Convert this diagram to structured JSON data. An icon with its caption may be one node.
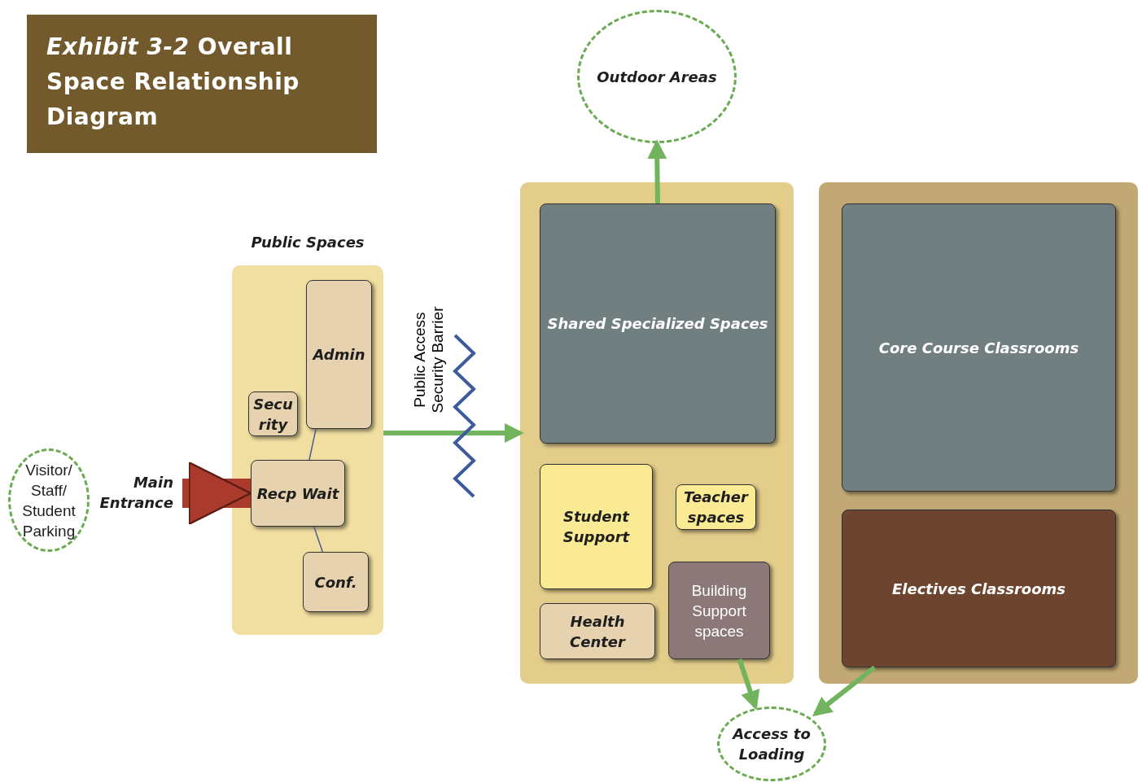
{
  "diagram": {
    "title": "*Exhibit 3-2* Overall Space Relationship Diagram",
    "nodes": [
      {
        "text": [
          "Visitor/ Staff/ Student Parking"
        ]
      },
      {
        "text": [
          "Public Spaces"
        ]
      },
      {
        "text": [
          "Admin"
        ],
        "in": 1
      },
      {
        "text": [
          "Secu rity"
        ],
        "in": 1
      },
      {
        "text": [
          "Recp Wait"
        ],
        "in": 1
      },
      {
        "text": [
          "Conf."
        ],
        "in": 1
      },
      {
        "text": [],
        "shape": "box"
      },
      {
        "text": [
          "Shared Specialized Spaces"
        ],
        "in": 6
      },
      {
        "text": [
          "Student Support"
        ],
        "in": 6
      },
      {
        "text": [
          "Teacher spaces"
        ],
        "in": 6
      },
      {
        "text": [
          "Health Center"
        ],
        "in": 6
      },
      {
        "text": [
          "Building Support spaces"
        ],
        "in": 6
      },
      {
        "text": [],
        "shape": "box"
      },
      {
        "text": [
          "Core Course Classrooms"
        ],
        "in": 12
      },
      {
        "text": [
          "Electives Classrooms"
        ],
        "in": 12
      },
      {
        "text": [
          "Outdoor Areas"
        ]
      },
      {
        "text": [
          "Access to Loading"
        ]
      }
    ],
    "edges": [
      {
        "from": null,
        "to": 4,
        "arrow": "to",
        "label": "Main Entrance",
        "style": "thick",
        "color": "#a93a2c"
      },
      {
        "from": 2,
        "to": 4,
        "arrow": "none",
        "color": "#4a5f9a"
      },
      {
        "from": 4,
        "to": 5,
        "arrow": "none",
        "color": "#4a5f9a"
      },
      {
        "from": 1,
        "to": 6,
        "arrow": "to"
      },
      {
        "from": 7,
        "to": 15,
        "arrow": "to"
      },
      {
        "from": 11,
        "to": 16,
        "arrow": "to"
      },
      {
        "from": 14,
        "to": 16,
        "arrow": "to"
      }
    ],
    "labels": [
      "Public Access Security Barrier"
    ]
  }
}
